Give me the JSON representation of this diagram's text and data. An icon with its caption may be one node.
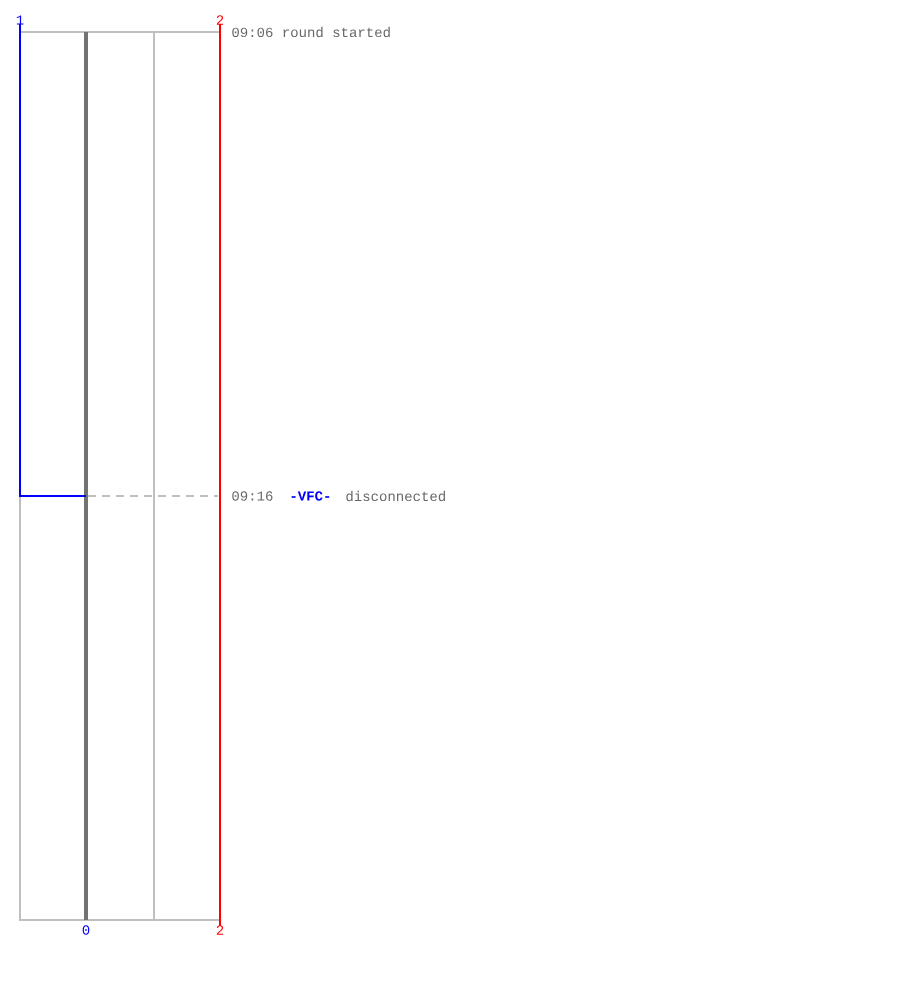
{
  "diagram": {
    "labels": [
      "1",
      "2",
      "09:06 round started",
      "09:16",
      "-VFC-",
      "disconnected",
      "0",
      "2"
    ]
  }
}
